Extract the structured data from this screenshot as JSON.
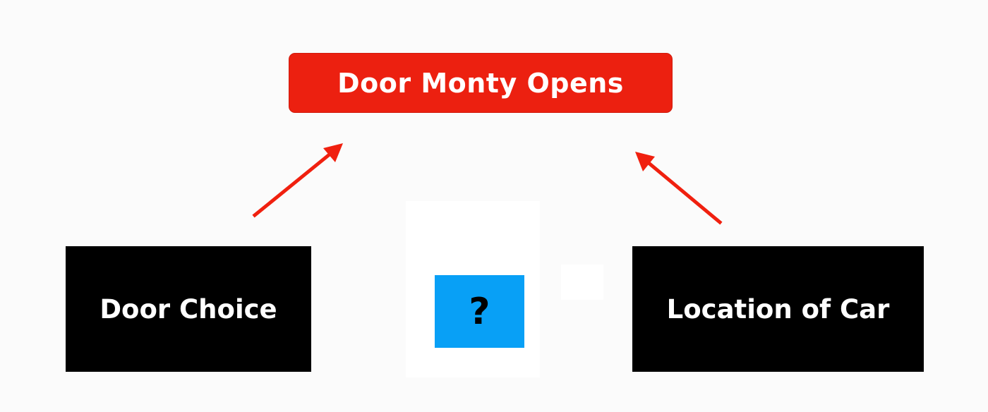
{
  "diagram": {
    "nodes": {
      "effect": {
        "label": "Door Monty Opens"
      },
      "door_choice": {
        "label": "Door Choice"
      },
      "car_location": {
        "label": "Location of Car"
      },
      "unknown": {
        "label": "?"
      }
    },
    "edges": [
      {
        "from": "Door Choice",
        "to": "Door Monty Opens"
      },
      {
        "from": "Location of Car",
        "to": "Door Monty Opens"
      }
    ],
    "colors": {
      "effect_fill": "#ec2010",
      "cause_fill": "#000000",
      "unknown_fill": "#08a0f6",
      "arrow": "#f0200f",
      "background": "#fbfbfb"
    }
  }
}
